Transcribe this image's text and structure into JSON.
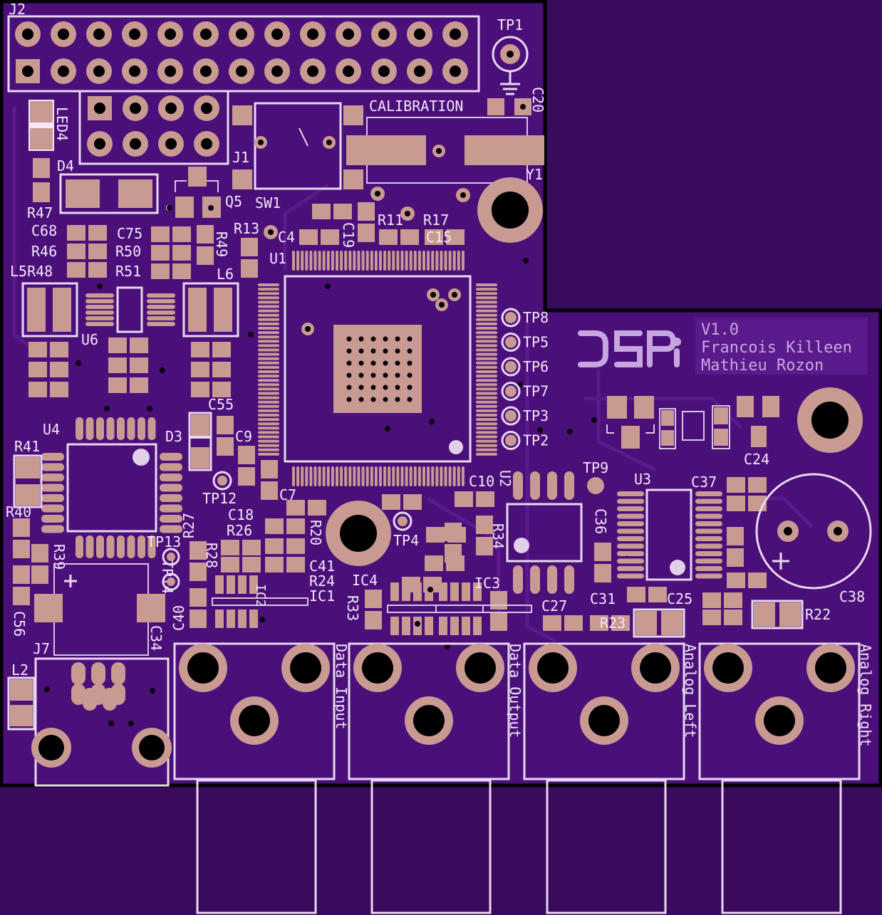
{
  "board": {
    "colors": {
      "background": "#3a0a5c",
      "pcb": "#4b0f7a",
      "silkscreen": "#f3e6f7",
      "copper": "#c89a91",
      "edge": "#000000"
    },
    "version_lines": [
      "V1.0",
      "Francois Killeen",
      "Mathieu Rozon"
    ],
    "logo_text": "DSPi"
  },
  "labels": {
    "J2": "J2",
    "TP1": "TP1",
    "C20": "C20",
    "CALIBRATION": "CALIBRATION",
    "LED4": "LED4",
    "D4": "D4",
    "J1": "J1",
    "Y1": "Y1",
    "R47": "R47",
    "Q5": "Q5",
    "SW1": "SW1",
    "C68": "C68",
    "C75": "C75",
    "R49": "R49",
    "R13": "R13",
    "C4": "C4",
    "C19": "C19",
    "R11": "R11",
    "R17": "R17",
    "C15": "C15",
    "R46": "R46",
    "R50": "R50",
    "U1": "U1",
    "L5R48": "L5R48",
    "R51": "R51",
    "L6": "L6",
    "U6": "U6",
    "TP8": "TP8",
    "TP5": "TP5",
    "TP6": "TP6",
    "TP7": "TP7",
    "TP3": "TP3",
    "TP2": "TP2",
    "C55": "C55",
    "U4": "U4",
    "D3": "D3",
    "R41": "R41",
    "C9": "C9",
    "TP12": "TP12",
    "C7": "C7",
    "C10": "C10",
    "U2": "U2",
    "TP9": "TP9",
    "U3": "U3",
    "C37": "C37",
    "C24": "C24",
    "R40": "R40",
    "R27": "R27",
    "C18": "C18",
    "R26": "R26",
    "R20": "R20",
    "TP4": "TP4",
    "R34": "R34",
    "C36": "C36",
    "TP13": "TP13",
    "R39": "R39",
    "R28": "R28",
    "TP14": "TP14",
    "C41": "C41",
    "R24": "R24",
    "IC1": "IC1",
    "IC4": "IC4",
    "IC3": "IC3",
    "C31": "C31",
    "C25": "C25",
    "C38": "C38",
    "C56": "C56",
    "C40": "C40",
    "C34": "C34",
    "IC2": "IC2",
    "R33": "R33",
    "C27": "C27",
    "R23": "R23",
    "R22": "R22",
    "J7": "J7",
    "L2": "L2"
  },
  "connectors": {
    "data_input": "Data Input",
    "data_output": "Data Output",
    "analog_left": "Analog Left",
    "analog_right": "Analog Right"
  }
}
